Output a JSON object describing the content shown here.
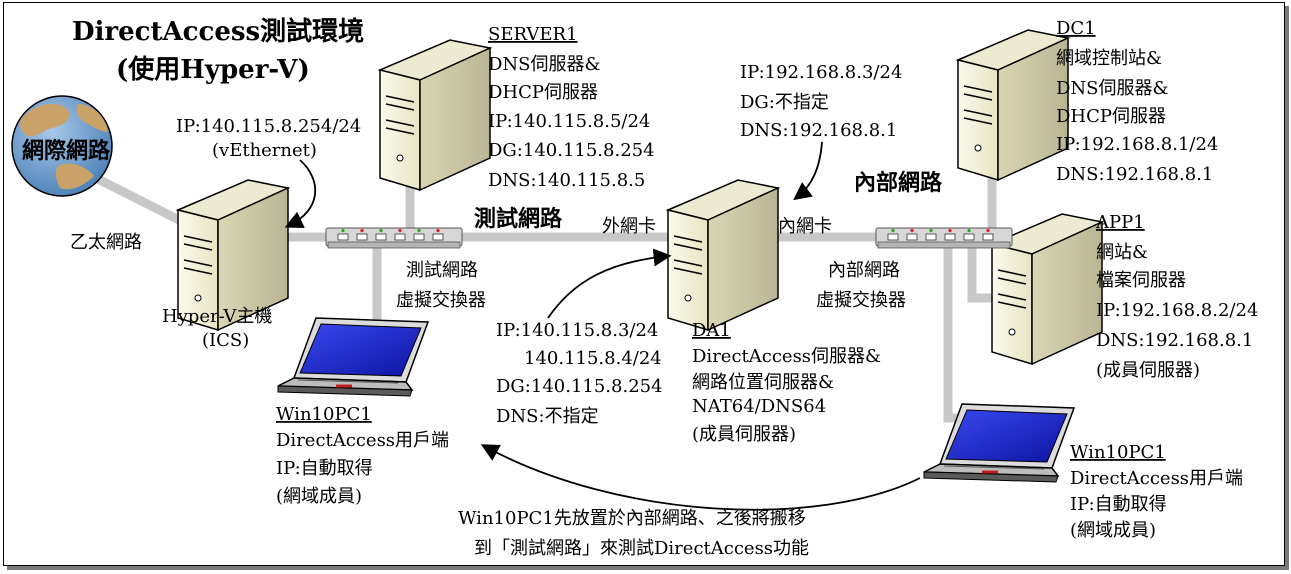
{
  "title": {
    "line1": "DirectAccess測試環境",
    "line2": "(使用Hyper-V)"
  },
  "internet": {
    "label": "網際網路"
  },
  "ethernet_label": "乙太網路",
  "hyperv_host": {
    "ip": "IP:140.115.8.254/24",
    "vethernet": "(vEthernet)",
    "name": "Hyper-V主機",
    "ics": "(ICS)"
  },
  "server1": {
    "name": "SERVER1",
    "role1": "DNS伺服器&",
    "role2": "DHCP伺服器",
    "ip": "IP:140.115.8.5/24",
    "dg": "DG:140.115.8.254",
    "dns": "DNS:140.115.8.5"
  },
  "test_network": {
    "label": "測試網路",
    "switch_line1": "測試網路",
    "switch_line2": "虛擬交換器"
  },
  "da1": {
    "ext_nic": "外網卡",
    "int_nic": "內網卡",
    "name": "DA1",
    "role1": "DirectAccess伺服器&",
    "role2": "網路位置伺服器&",
    "role3": "NAT64/DNS64",
    "member": "(成員伺服器)",
    "ext_ip1": "IP:140.115.8.3/24",
    "ext_ip2": "140.115.8.4/24",
    "ext_dg": "DG:140.115.8.254",
    "ext_dns": "DNS:不指定",
    "int_ip": "IP:192.168.8.3/24",
    "int_dg": "DG:不指定",
    "int_dns": "DNS:192.168.8.1"
  },
  "internal_network": {
    "label": "內部網路",
    "switch_line1": "內部網路",
    "switch_line2": "虛擬交換器"
  },
  "dc1": {
    "name": "DC1",
    "role1": "網域控制站&",
    "role2": "DNS伺服器&",
    "role3": "DHCP伺服器",
    "ip": "IP:192.168.8.1/24",
    "dns": "DNS:192.168.8.1"
  },
  "app1": {
    "name": "APP1",
    "role1": "網站&",
    "role2": "檔案伺服器",
    "ip": "IP:192.168.8.2/24",
    "dns": "DNS:192.168.8.1",
    "member": "(成員伺服器)"
  },
  "win10_left": {
    "name": "Win10PC1",
    "role": "DirectAccess用戶端",
    "ip": "IP:自動取得",
    "member": "(網域成員)"
  },
  "win10_right": {
    "name": "Win10PC1",
    "role": "DirectAccess用戶端",
    "ip": "IP:自動取得",
    "member": "(網域成員)"
  },
  "note": {
    "line1": "Win10PC1先放置於內部網路、之後將搬移",
    "line2": "到「測試網路」來測試DirectAccess功能"
  },
  "colors": {
    "cable": "#c8c8c8",
    "tower_light": "#f4f3dc",
    "tower_dark": "#c9c6a2",
    "globe_ocean": "#6f9fcf",
    "globe_land": "#c9a26a",
    "laptop_screen": "#1f2fd6",
    "switch": "#d4d4d4"
  }
}
